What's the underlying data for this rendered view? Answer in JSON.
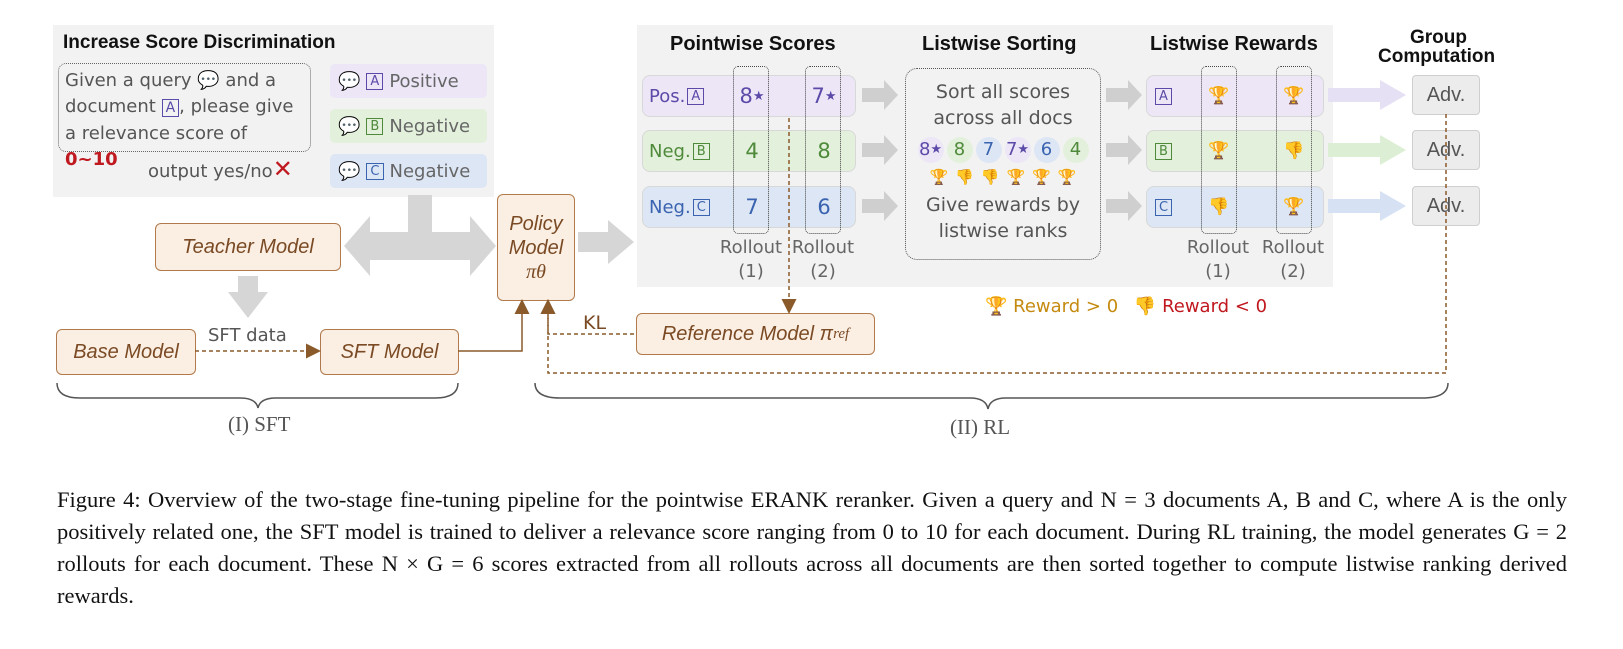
{
  "left_panel": {
    "title": "Increase Score Discrimination",
    "prompt_lines": [
      "Given a query",
      "and a",
      "document",
      ", please give",
      "a relevance score of",
      "0~10"
    ],
    "output_note": "output yes/no",
    "docs": [
      {
        "letter": "A",
        "label": "Positive"
      },
      {
        "letter": "B",
        "label": "Negative"
      },
      {
        "letter": "C",
        "label": "Negative"
      }
    ]
  },
  "models": {
    "teacher": "Teacher Model",
    "base": "Base Model",
    "sft": "SFT Model",
    "policy_line1": "Policy",
    "policy_line2": "Model",
    "policy_symbol": "πθ",
    "reference": "Reference Model π",
    "reference_sub": "ref",
    "sft_data": "SFT data",
    "kl": "KL"
  },
  "sections": {
    "pointwise": "Pointwise Scores",
    "listwise_sorting": "Listwise Sorting",
    "listwise_rewards": "Listwise Rewards",
    "group_line1": "Group",
    "group_line2": "Computation"
  },
  "rows": [
    {
      "label": "Pos.",
      "letter": "A",
      "r1": "8",
      "r2": "7",
      "star": true
    },
    {
      "label": "Neg.",
      "letter": "B",
      "r1": "4",
      "r2": "8",
      "star": false
    },
    {
      "label": "Neg.",
      "letter": "C",
      "r1": "7",
      "r2": "6",
      "star": false
    }
  ],
  "rollout": {
    "word": "Rollout",
    "n1": "(1)",
    "n2": "(2)"
  },
  "sorting": {
    "top_line1": "Sort all scores",
    "top_line2": "across all docs",
    "scores": [
      "8",
      "8",
      "7",
      "7",
      "6",
      "4"
    ],
    "bottom_line1": "Give rewards by",
    "bottom_line2": "listwise ranks"
  },
  "legend": {
    "positive": "Reward > 0",
    "negative": "Reward < 0"
  },
  "adv_label": "Adv.",
  "stages": {
    "sft": "(I) SFT",
    "rl": "(II) RL"
  },
  "caption": "Figure 4: Overview of the two-stage fine-tuning pipeline for the pointwise ERANK reranker. Given a query and N = 3 documents A, B and C, where A is the only positively related one, the SFT model is trained to deliver a relevance score ranging from 0 to 10 for each document. During RL training, the model generates G = 2 rollouts for each document. These N × G = 6 scores extracted from all rollouts across all documents are then sorted together to compute listwise ranking derived rewards.",
  "colors": {
    "purple": "#ece6f7",
    "green": "#e3f1dc",
    "blue": "#dde6f5",
    "brown": "#8b5a2b",
    "gold": "#d09a1c",
    "red": "#c0181f"
  }
}
